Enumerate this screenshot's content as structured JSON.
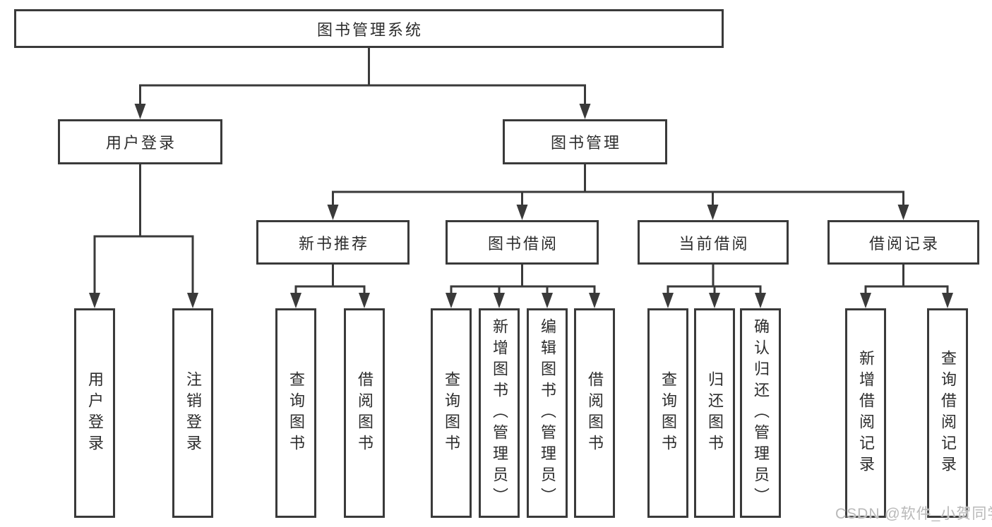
{
  "root": {
    "label": "图书管理系统"
  },
  "level2": {
    "user_login": {
      "label": "用户登录"
    },
    "book_mgmt": {
      "label": "图书管理"
    }
  },
  "level3": {
    "new_books": {
      "label": "新书推荐"
    },
    "book_borrow": {
      "label": "图书借阅"
    },
    "current_borrow": {
      "label": "当前借阅"
    },
    "borrow_records": {
      "label": "借阅记录"
    }
  },
  "leaves": {
    "user_login": [
      "用户登录",
      "注销登录"
    ],
    "new_books": [
      "查询图书",
      "借阅图书"
    ],
    "book_borrow": [
      "查询图书",
      "新增图书（管理员）",
      "编辑图书（管理员）",
      "借阅图书"
    ],
    "current_borrow": [
      "查询图书",
      "归还图书",
      "确认归还（管理员）"
    ],
    "borrow_records": [
      "新增借阅记录",
      "查询借阅记录"
    ]
  },
  "watermark": {
    "text": "CSDN @软件_小贺同学"
  },
  "colors": {
    "line": "#3a3a3a",
    "box_border": "#3a3a3a",
    "text": "#2d2d2d",
    "watermark": "#b9b9b9",
    "background": "#ffffff"
  }
}
